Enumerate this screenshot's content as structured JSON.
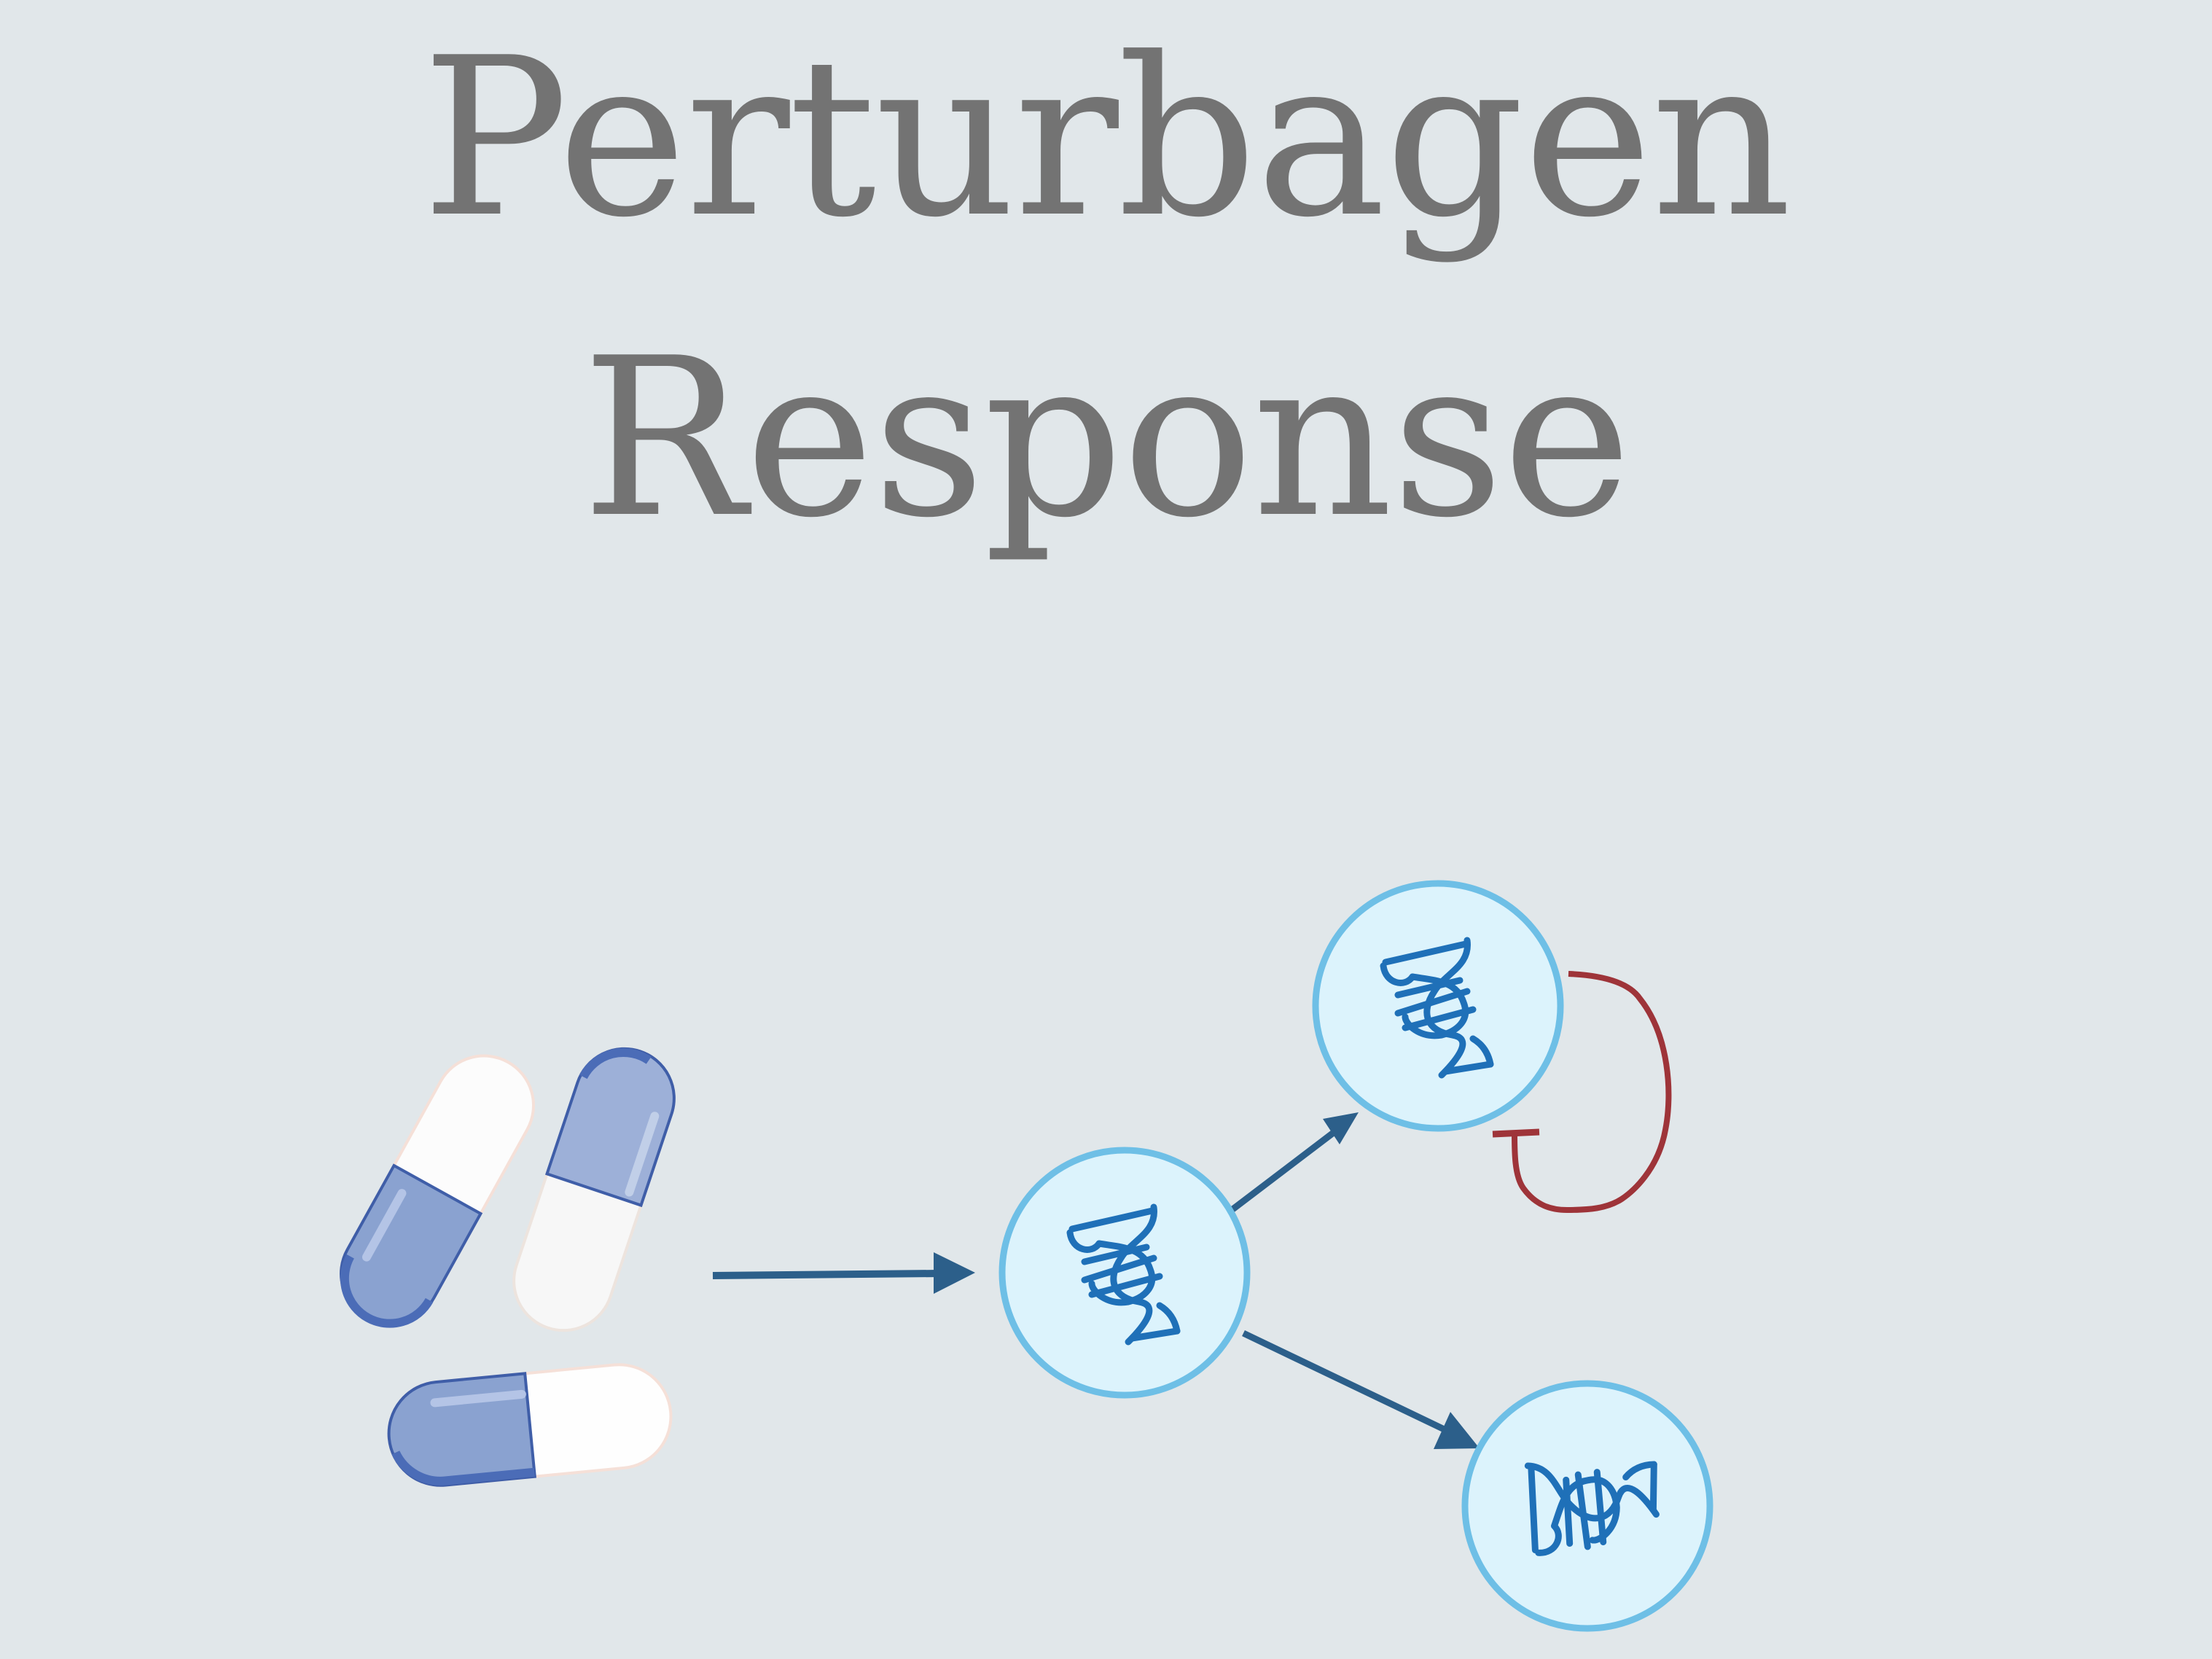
{
  "title": {
    "line1": "Perturbagen",
    "line2": "Response"
  },
  "colors": {
    "background": "#e1e7ea",
    "title": "#737373",
    "node_fill": "#dcf3fc",
    "node_stroke": "#6ebfe6",
    "dna": "#1f70b8",
    "activation_arrow": "#2c5f8a",
    "inhibition_edge": "#9e3439",
    "capsule_blue": "#8aa2d0",
    "capsule_blue_dark": "#4b6cb7",
    "capsule_white": "#fcfcfc"
  },
  "diagram": {
    "perturbagen": {
      "icon": "capsules-icon",
      "count": 3
    },
    "nodes": [
      {
        "id": "source-gene",
        "icon": "dna-icon"
      },
      {
        "id": "target-gene-upper",
        "icon": "dna-icon"
      },
      {
        "id": "target-gene-lower",
        "icon": "dna-icon"
      }
    ],
    "edges": [
      {
        "from": "perturbagen",
        "to": "source-gene",
        "type": "activation"
      },
      {
        "from": "source-gene",
        "to": "target-gene-upper",
        "type": "activation"
      },
      {
        "from": "source-gene",
        "to": "target-gene-lower",
        "type": "activation"
      },
      {
        "from": "target-gene-upper",
        "to": "target-gene-upper",
        "type": "inhibition"
      }
    ]
  }
}
